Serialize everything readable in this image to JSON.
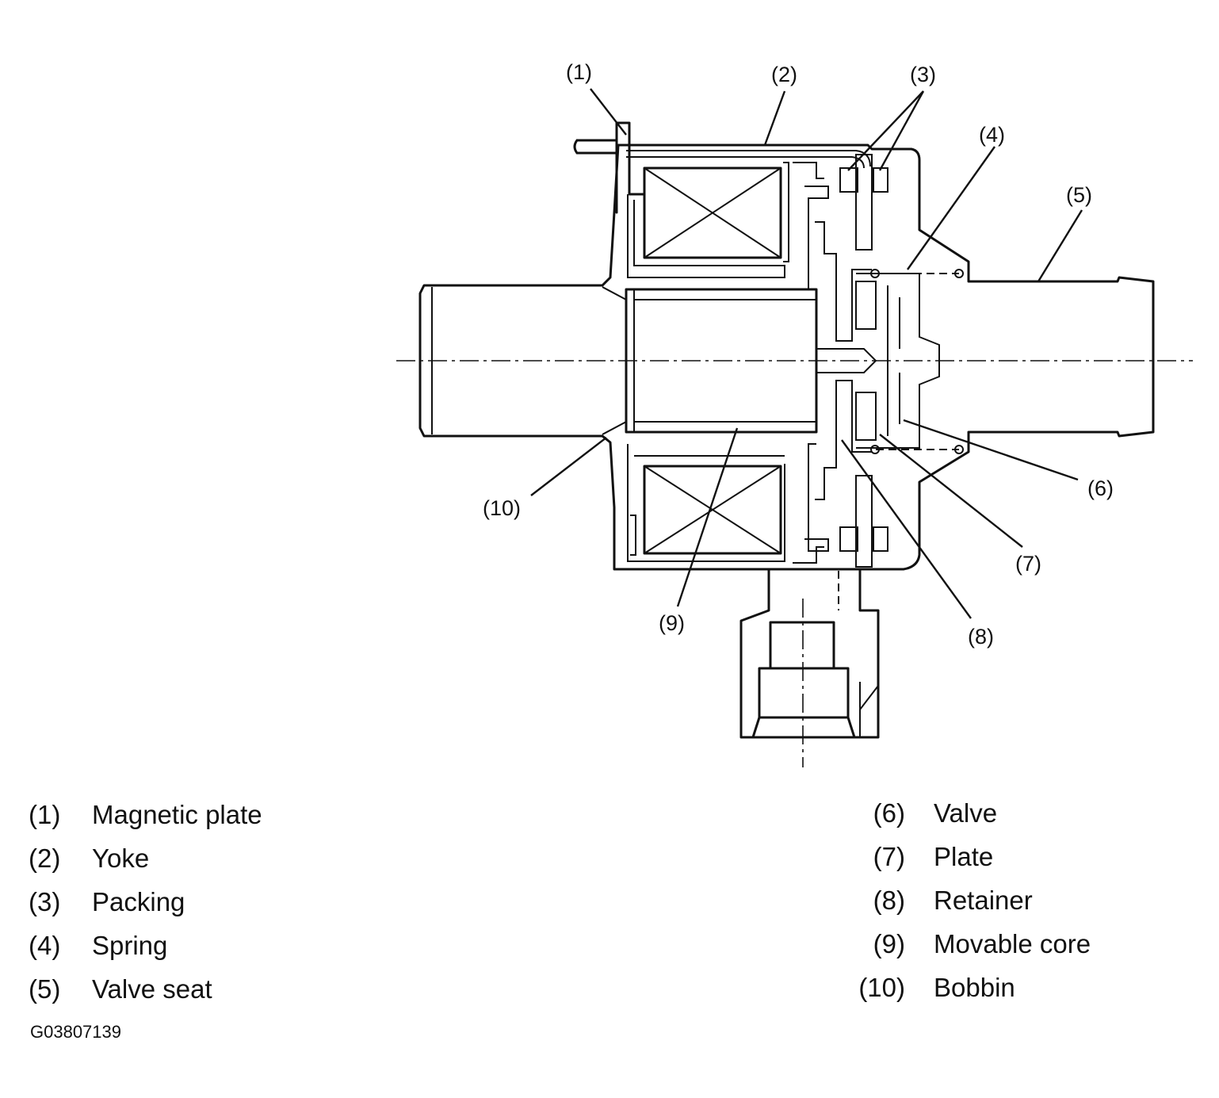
{
  "callouts": [
    "(1)",
    "(2)",
    "(3)",
    "(4)",
    "(5)",
    "(6)",
    "(7)",
    "(8)",
    "(9)",
    "(10)"
  ],
  "legend": {
    "left": [
      {
        "num": "(1)",
        "label": "Magnetic plate"
      },
      {
        "num": "(2)",
        "label": "Yoke"
      },
      {
        "num": "(3)",
        "label": "Packing"
      },
      {
        "num": "(4)",
        "label": "Spring"
      },
      {
        "num": "(5)",
        "label": "Valve seat"
      }
    ],
    "right": [
      {
        "num": "(6)",
        "label": "Valve"
      },
      {
        "num": "(7)",
        "label": "Plate"
      },
      {
        "num": "(8)",
        "label": "Retainer"
      },
      {
        "num": "(9)",
        "label": "Movable core"
      },
      {
        "num": "(10)",
        "label": "Bobbin"
      }
    ]
  },
  "figure_code": "G03807139"
}
